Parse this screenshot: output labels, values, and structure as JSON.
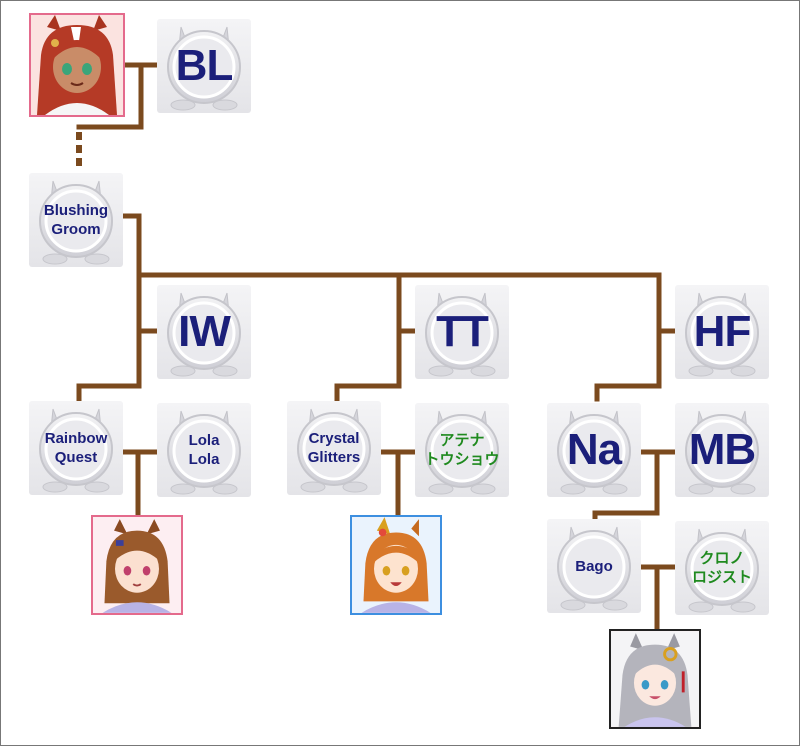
{
  "nodes": {
    "bl": "BL",
    "blushing_groom": "Blushing\nGroom",
    "iw": "IW",
    "tt": "TT",
    "hf": "HF",
    "rainbow_quest": "Rainbow\nQuest",
    "lola_lola": "Lola\nLola",
    "crystal_glitters": "Crystal\nGlitters",
    "athena_toushou": "アテナ\nトウショウ",
    "na": "Na",
    "mb": "MB",
    "bago": "Bago",
    "kurono_genesis": "クロノ\nロジスト"
  },
  "colors": {
    "connector": "#7b4a1e",
    "text_navy": "#1b1f7a",
    "text_green": "#1f8a1f",
    "frame_pink": "#e46a8c",
    "frame_blue": "#3d8fe0",
    "frame_black": "#222222"
  },
  "portraits": {
    "top_left": "red-haired-horse-girl",
    "rainbow_quest_child": "brown-haired-horse-girl",
    "crystal_glitters_child": "orange-haired-horse-girl",
    "bago_child": "silver-haired-horse-girl"
  }
}
